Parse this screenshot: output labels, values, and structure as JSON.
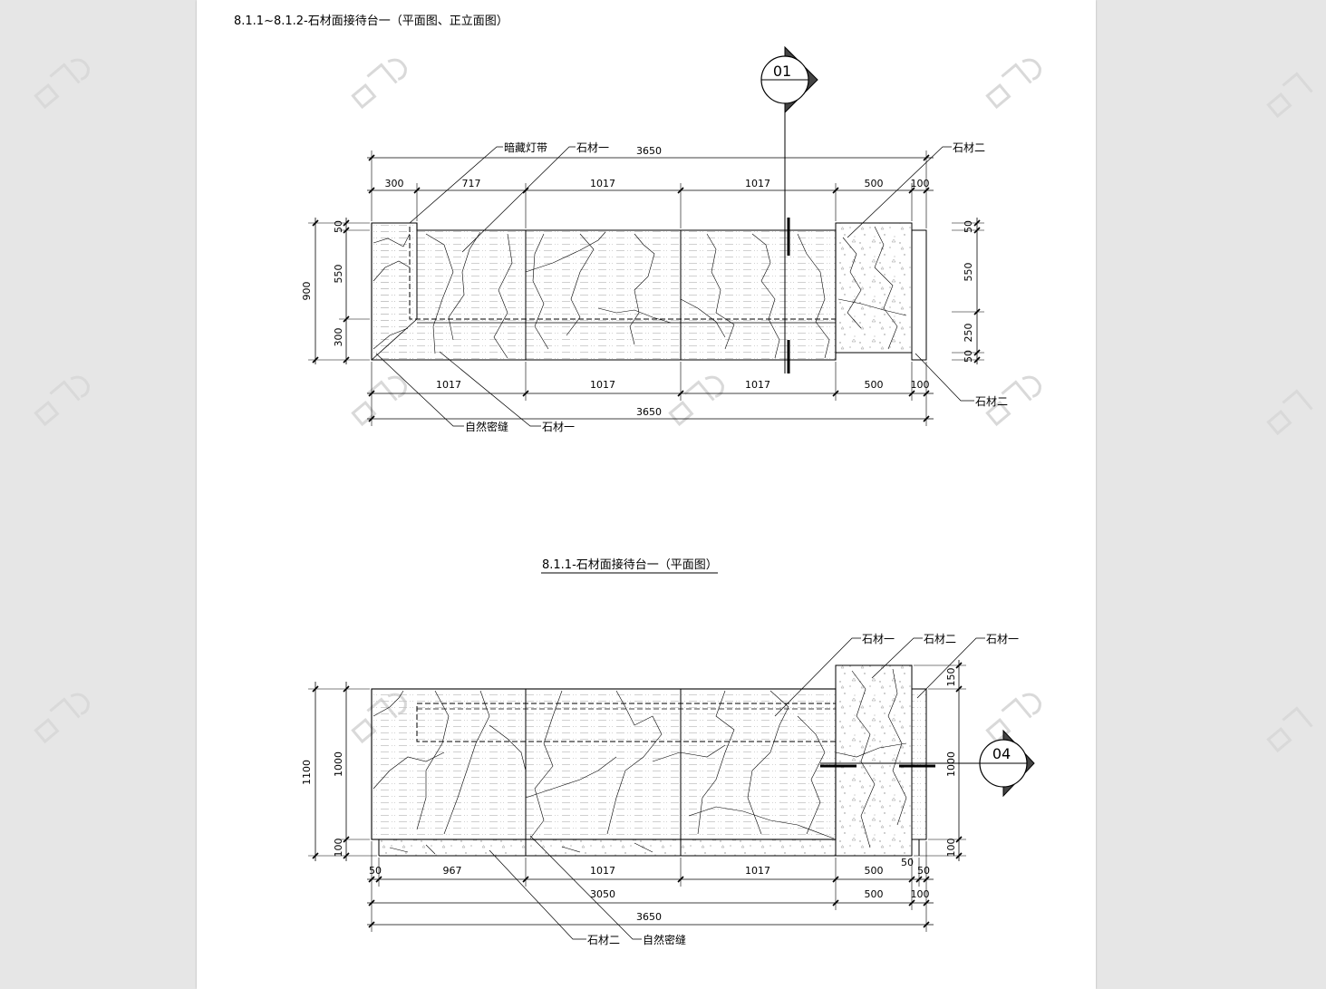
{
  "document": {
    "header_title": "8.1.1~8.1.2-石材面接待台一（平面图、正立面图）",
    "plan_title": "8.1.1-石材面接待台一（平面图）"
  },
  "section_marks": {
    "top": "01",
    "side": "04"
  },
  "plan": {
    "labels": {
      "light_strip": "暗藏灯带",
      "stone1_top": "石材一",
      "stone2_top": "石材二",
      "stone2_right": "石材二",
      "natural_joint": "自然密缝",
      "stone1_bottom": "石材一"
    },
    "dims_top": [
      "300",
      "717",
      "1017",
      "1017",
      "500",
      "100"
    ],
    "total_top": "3650",
    "dims_left": [
      "50",
      "550",
      "300"
    ],
    "total_left": "900",
    "dims_right": [
      "50",
      "550",
      "250",
      "50"
    ],
    "dims_bottom": [
      "1017",
      "1017",
      "1017",
      "500",
      "100"
    ],
    "total_bottom": "3650"
  },
  "elevation": {
    "labels": {
      "stone1_a": "石材一",
      "stone2_a": "石材二",
      "stone1_b": "石材一",
      "stone2_b": "石材二",
      "natural_joint": "自然密缝"
    },
    "dims_left_outer": [
      "1100"
    ],
    "dims_left_inner": [
      "1000",
      "100"
    ],
    "dims_right": [
      "150",
      "1000",
      "100"
    ],
    "dims_bottom_row1": [
      "50",
      "967",
      "1017",
      "1017",
      "500",
      "50",
      "50"
    ],
    "dims_bottom_row2": [
      "3050",
      "500",
      "100"
    ],
    "total_bottom": "3650"
  }
}
